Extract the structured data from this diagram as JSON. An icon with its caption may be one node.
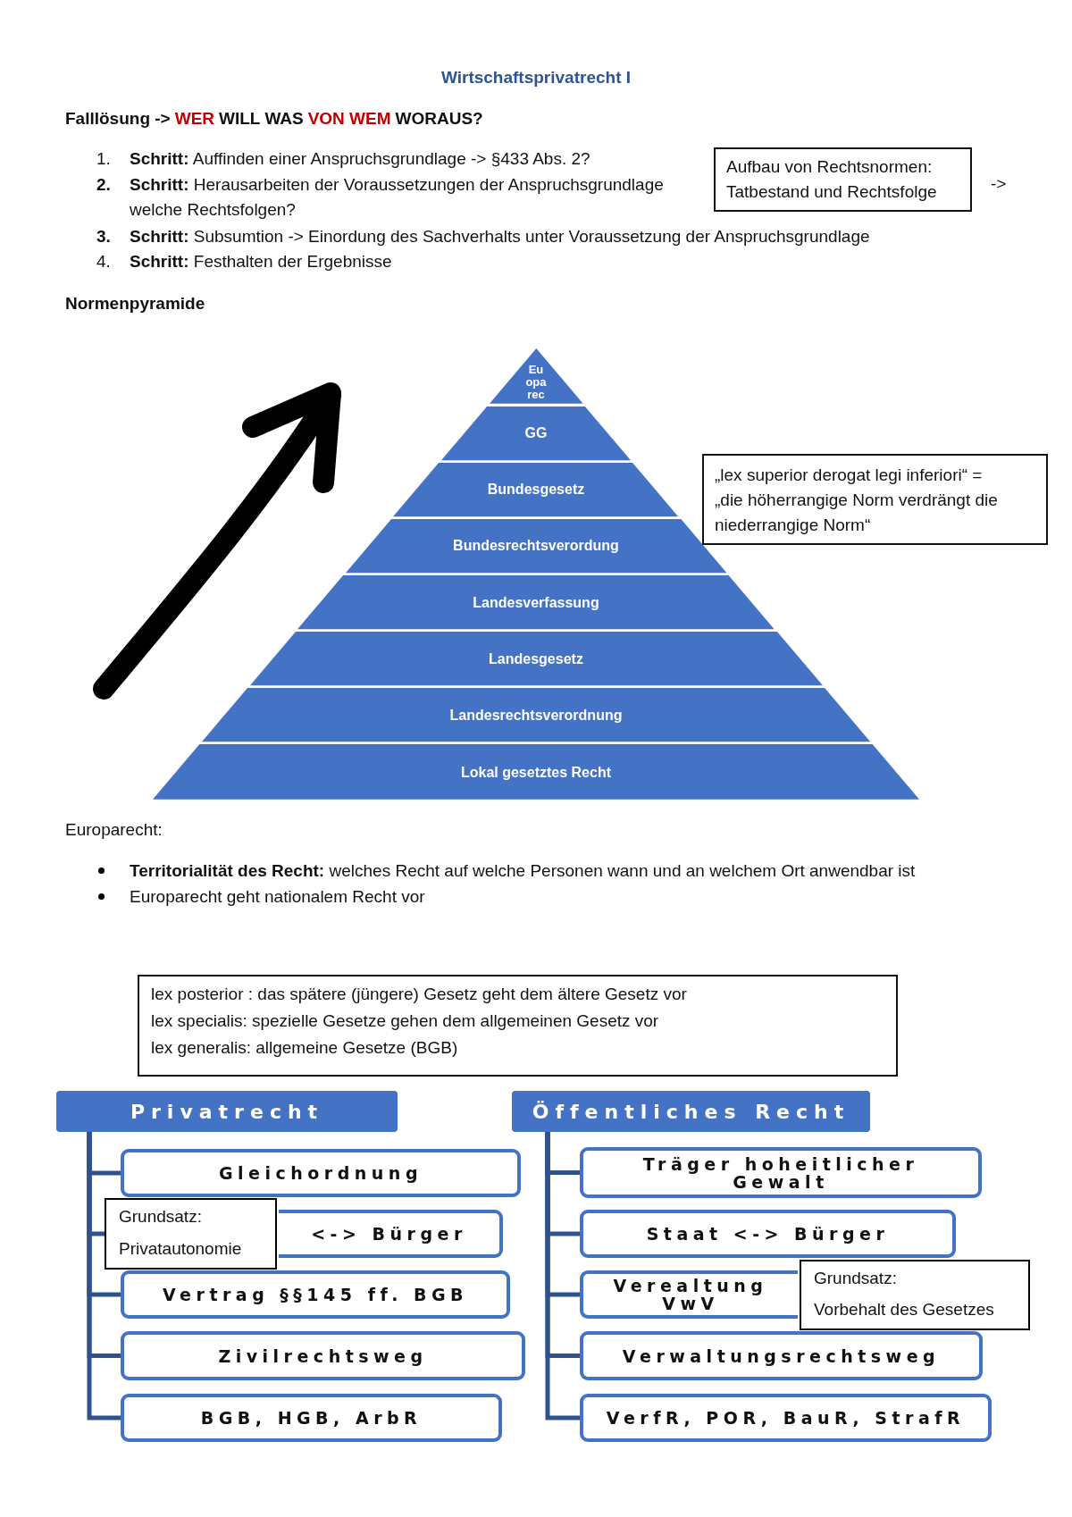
{
  "diagram": {
    "title": "Wirtschaftsprivatrecht I",
    "nodes": [
      {
        "text": [
          "Aufbau von Rechtsnormen:",
          "Tatbestand und Rechtsfolge"
        ]
      },
      {
        "text": [
          "Eu opa rec"
        ]
      },
      {
        "text": [
          "GG"
        ]
      },
      {
        "text": [
          "Bundesgesetz"
        ]
      },
      {
        "text": [
          "Bundesrechtsverordung"
        ]
      },
      {
        "text": [
          "Landesverfassung"
        ]
      },
      {
        "text": [
          "Landesgesetz"
        ]
      },
      {
        "text": [
          "Landesrechtsverordnung"
        ]
      },
      {
        "text": [
          "Lokal gesetztes Recht"
        ]
      },
      {
        "text": [
          "„lex superior derogat legi inferiori“ = „die höherrangige Norm verdrängt die niederrangige Norm“"
        ]
      },
      {
        "text": [
          "lex posterior : das spätere (jüngere) Gesetz geht dem ältere Gesetz vor",
          "lex specialis: spezielle Gesetze gehen dem allgemeinen Gesetz vor",
          "lex generalis: allgemeine Gesetze (BGB)"
        ]
      },
      {
        "text": [
          "Privatrecht"
        ]
      },
      {
        "text": [
          "Gleichordnung"
        ]
      },
      {
        "text": [
          "<-> Bürger"
        ]
      },
      {
        "text": [
          "Vertrag §§145 ff. BGB"
        ]
      },
      {
        "text": [
          "Zivilrechtsweg"
        ]
      },
      {
        "text": [
          "BGB, HGB, ArbR"
        ]
      },
      {
        "text": [
          "Grundsatz:",
          "Privatautonomie"
        ]
      },
      {
        "text": [
          "Öffentliches Recht"
        ]
      },
      {
        "text": [
          "Träger hoheitlicher Gewalt"
        ]
      },
      {
        "text": [
          "Staat <-> Bürger"
        ]
      },
      {
        "text": [
          "Verealtung VwV"
        ]
      },
      {
        "text": [
          "Verwaltungsrechtsweg"
        ]
      },
      {
        "text": [
          "VerfR, POR, BauR, StrafR"
        ]
      },
      {
        "text": [
          "Grundsatz:",
          "Vorbehalt des Gesetzes"
        ]
      }
    ],
    "edges": [
      {
        "from": 11,
        "to": 12,
        "arrow": "none"
      },
      {
        "from": 11,
        "to": 17,
        "arrow": "none"
      },
      {
        "from": 11,
        "to": 14,
        "arrow": "none"
      },
      {
        "from": 11,
        "to": 15,
        "arrow": "none"
      },
      {
        "from": 11,
        "to": 16,
        "arrow": "none"
      },
      {
        "from": 18,
        "to": 19,
        "arrow": "none"
      },
      {
        "from": 18,
        "to": 20,
        "arrow": "none"
      },
      {
        "from": 18,
        "to": 21,
        "arrow": "none"
      },
      {
        "from": 18,
        "to": 22,
        "arrow": "none"
      },
      {
        "from": 18,
        "to": 23,
        "arrow": "none"
      }
    ],
    "labels": [
      "Falllösung ->",
      "WER",
      "WILL WAS",
      "VON WEM",
      "WORAUS?",
      "1.",
      "**Schritt:** Auffinden einer Anspruchsgrundlage -> §433 Abs. 2?",
      "2.",
      "**Schritt:** Herausarbeiten der Voraussetzungen der Anspruchsgrundlage welche Rechtsfolgen?",
      "->",
      "3.",
      "**Schritt:** Subsumtion -> Einordung des Sachverhalts unter Voraussetzung der Anspruchsgrundlage",
      "4.",
      "**Schritt:** Festhalten der Ergebnisse",
      "Normenpyramide",
      "Europarecht:",
      "**Territorialität des Recht:** welches Recht auf welche Personen wann und an welchem Ort anwendbar ist",
      "Europarecht geht nationalem Recht vor"
    ]
  }
}
